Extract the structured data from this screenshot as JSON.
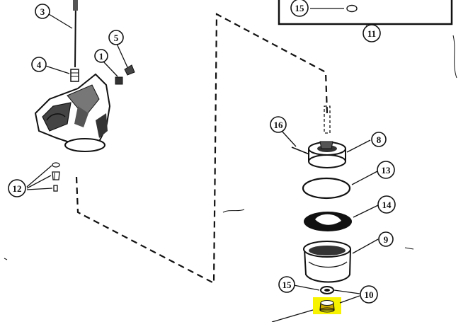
{
  "callouts": {
    "c1": "1",
    "c3": "3",
    "c4": "4",
    "c5": "5",
    "c8": "8",
    "c9": "9",
    "c10": "10",
    "c11": "11",
    "c12": "12",
    "c13": "13",
    "c14": "14",
    "c15_inset": "15",
    "c15": "15",
    "c16": "16"
  },
  "colors": {
    "ink": "#111111",
    "highlight": "#f7f300",
    "paper": "#ffffff"
  }
}
